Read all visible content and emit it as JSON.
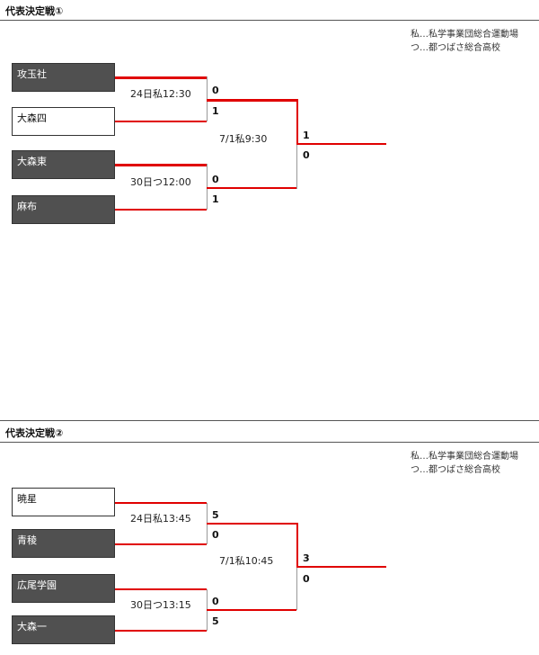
{
  "sections": [
    {
      "title": "代表決定戦①",
      "legend": [
        "私…私学事業団総合運動場",
        "つ…都つばさ総合高校"
      ],
      "teams": [
        "攻玉社",
        "大森四",
        "大森東",
        "麻布"
      ],
      "match1": {
        "info": "24日私12:30",
        "top": "0",
        "bottom": "1"
      },
      "match2": {
        "info": "30日つ12:00",
        "top": "0",
        "bottom": "1"
      },
      "final": {
        "info": "7/1私9:30",
        "top": "1",
        "bottom": "0"
      }
    },
    {
      "title": "代表決定戦②",
      "legend": [
        "私…私学事業団総合運動場",
        "つ…都つばさ総合高校"
      ],
      "teams": [
        "暁星",
        "青稜",
        "広尾学園",
        "大森一"
      ],
      "match1": {
        "info": "24日私13:45",
        "top": "5",
        "bottom": "0"
      },
      "match2": {
        "info": "30日つ13:15",
        "top": "0",
        "bottom": "5"
      },
      "final": {
        "info": "7/1私10:45",
        "top": "3",
        "bottom": "0"
      }
    }
  ]
}
